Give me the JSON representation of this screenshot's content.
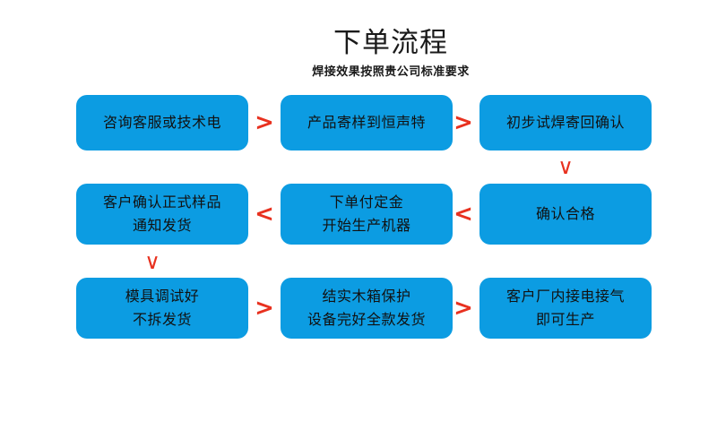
{
  "header": {
    "title": "下单流程",
    "subtitle": "焊接效果按照贵公司标准要求"
  },
  "colors": {
    "node_fill": "#0c9ce2",
    "arrow_red": "#e8311f",
    "text": "#111111",
    "background": "#ffffff"
  },
  "flow": {
    "rows": [
      {
        "id": "row-1",
        "nodes": [
          {
            "line1": "咨询客服或技术电",
            "line2": ""
          },
          {
            "line1": "产品寄样到恒声特",
            "line2": ""
          },
          {
            "line1": "初步试焊寄回确认",
            "line2": ""
          }
        ],
        "connectors": [
          {
            "glyph": ">",
            "name": "arrow-right"
          },
          {
            "glyph": ">",
            "name": "arrow-right"
          }
        ]
      },
      {
        "id": "row-2",
        "nodes": [
          {
            "line1": "客户确认正式样品",
            "line2": "通知发货"
          },
          {
            "line1": "下单付定金",
            "line2": "开始生产机器"
          },
          {
            "line1": "确认合格",
            "line2": ""
          }
        ],
        "connectors": [
          {
            "glyph": "<",
            "name": "arrow-left"
          },
          {
            "glyph": "<",
            "name": "arrow-left"
          }
        ]
      },
      {
        "id": "row-3",
        "nodes": [
          {
            "line1": "模具调试好",
            "line2": "不拆发货"
          },
          {
            "line1": "结实木箱保护",
            "line2": "设备完好全款发货"
          },
          {
            "line1": "客户厂内接电接气",
            "line2": "即可生产"
          }
        ],
        "connectors": [
          {
            "glyph": ">",
            "name": "arrow-right"
          },
          {
            "glyph": ">",
            "name": "arrow-right"
          }
        ]
      }
    ],
    "vertical_connectors": [
      {
        "id": "v-arrow-right",
        "glyph": "∨",
        "name": "arrow-down-right"
      },
      {
        "id": "v-arrow-left",
        "glyph": "∨",
        "name": "arrow-down-left"
      }
    ]
  }
}
